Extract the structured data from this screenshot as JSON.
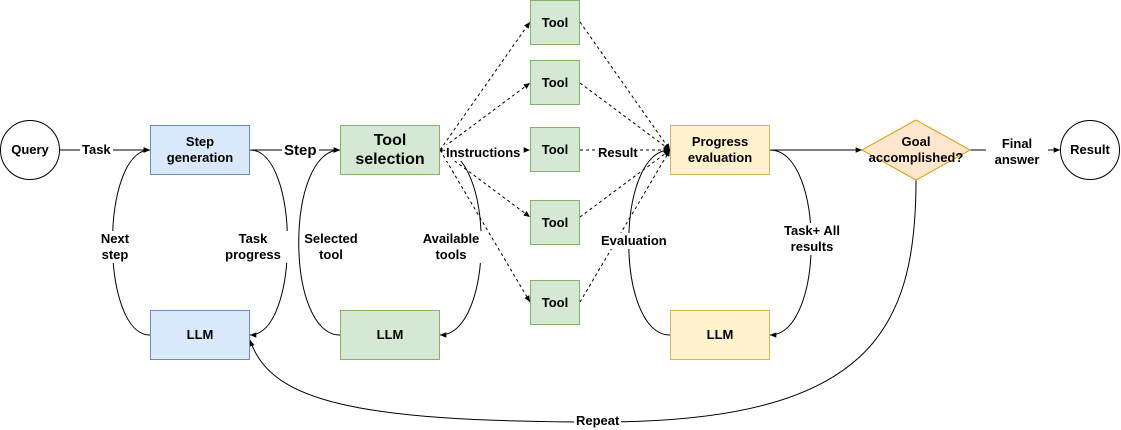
{
  "nodes": {
    "query": "Query",
    "step_generation": "Step generation",
    "llm_blue": "LLM",
    "tool_selection": "Tool selection",
    "llm_green": "LLM",
    "tools": [
      "Tool",
      "Tool",
      "Tool",
      "Tool",
      "Tool"
    ],
    "progress_evaluation": "Progress evaluation",
    "llm_yellow": "LLM",
    "goal_accomplished": "Goal accomplished?",
    "result": "Result"
  },
  "edges": {
    "task": "Task",
    "step": "Step",
    "next_step": "Next step",
    "task_progress": "Task progress",
    "selected_tool": "Selected tool",
    "available_tools": "Available tools",
    "instructions": "Instructions",
    "result": "Result",
    "evaluation": "Evaluation",
    "task_all_results": "Task+ All results",
    "final_answer": "Final answer",
    "repeat": "Repeat"
  },
  "colors": {
    "blue_fill": "#dae8fc",
    "blue_stroke": "#6c8ebf",
    "green_fill": "#d5e8d4",
    "green_stroke": "#82b366",
    "yellow_fill": "#fff2cc",
    "yellow_stroke": "#d6b656",
    "diamond_fill": "#ffe6cc",
    "diamond_stroke": "#d79b00"
  }
}
